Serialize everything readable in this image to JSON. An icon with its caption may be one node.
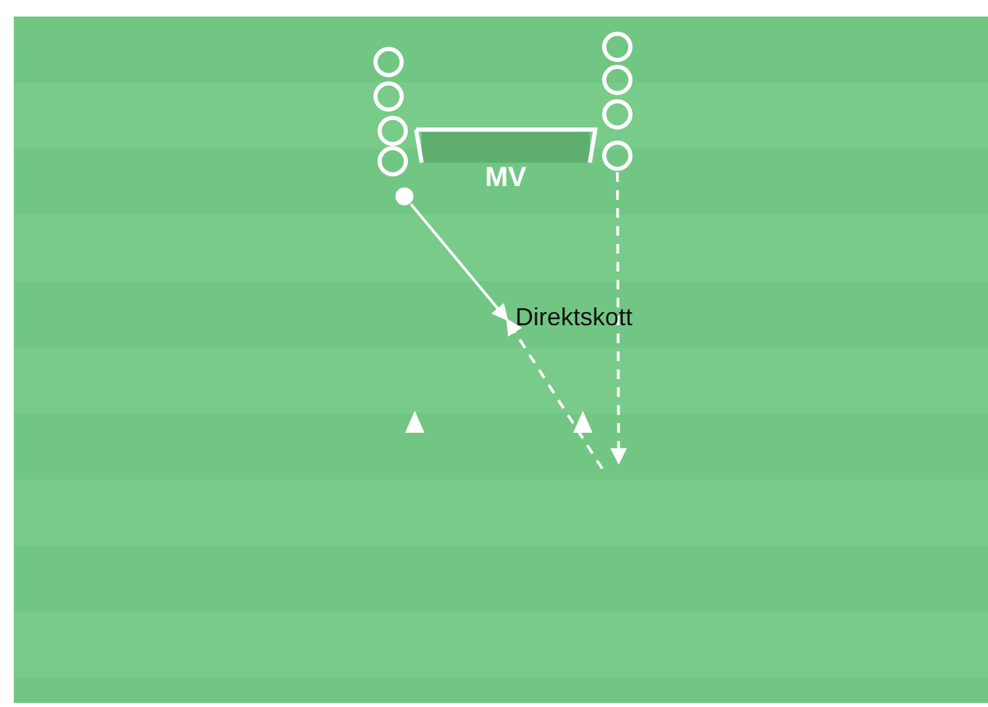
{
  "diagram": {
    "nodes": [
      {
        "text": [],
        "shape": "circle"
      },
      {
        "text": [],
        "shape": "circle"
      },
      {
        "text": [],
        "shape": "circle"
      },
      {
        "text": [],
        "shape": "circle"
      },
      {
        "text": [],
        "shape": "circle"
      },
      {
        "text": [],
        "shape": "circle"
      },
      {
        "text": [],
        "shape": "circle"
      },
      {
        "text": [],
        "shape": "circle"
      },
      {
        "text": [
          "MV"
        ]
      },
      {
        "text": [],
        "shape": "circle"
      },
      {
        "text": [],
        "shape": "cone"
      },
      {
        "text": [],
        "shape": "cone"
      },
      {
        "text": [
          "Direktskott"
        ]
      }
    ],
    "edges": [
      {
        "from": 9,
        "to": 12,
        "arrow": "to"
      },
      {
        "from": 7,
        "to": null,
        "arrow": "to",
        "style": "dashed"
      },
      {
        "from": null,
        "to": 12,
        "arrow": "to",
        "style": "dashed"
      }
    ]
  }
}
